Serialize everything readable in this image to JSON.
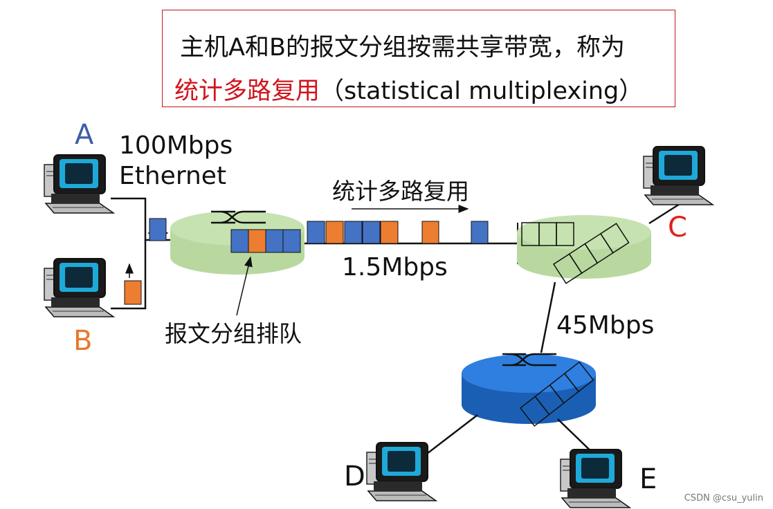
{
  "header": {
    "line1": "主机A和B的报文分组按需共享带宽，称为",
    "line2_highlight": "统计多路复用",
    "line2_rest": "（statistical multiplexing）"
  },
  "hosts": {
    "a": "A",
    "b": "B",
    "c": "C",
    "d": "D",
    "e": "E"
  },
  "links": {
    "ethernet_rate": "100Mbps",
    "ethernet_type": "Ethernet",
    "mux_label": "统计多路复用",
    "core_rate": "1.5Mbps",
    "lower_rate": "45Mbps"
  },
  "annotations": {
    "queue_label": "报文分组排队"
  },
  "watermark": "CSDN @csu_yulin",
  "colors": {
    "host_a": "#3b5ea8",
    "host_b": "#e8782a",
    "host_c": "#e0201c",
    "title_border": "#c0161c",
    "title_highlight": "#d0141c",
    "packet_blue": "#4472c4",
    "packet_orange": "#ed7d31",
    "router_green": "#b8d8a0",
    "router_blue": "#1f6fd0"
  }
}
